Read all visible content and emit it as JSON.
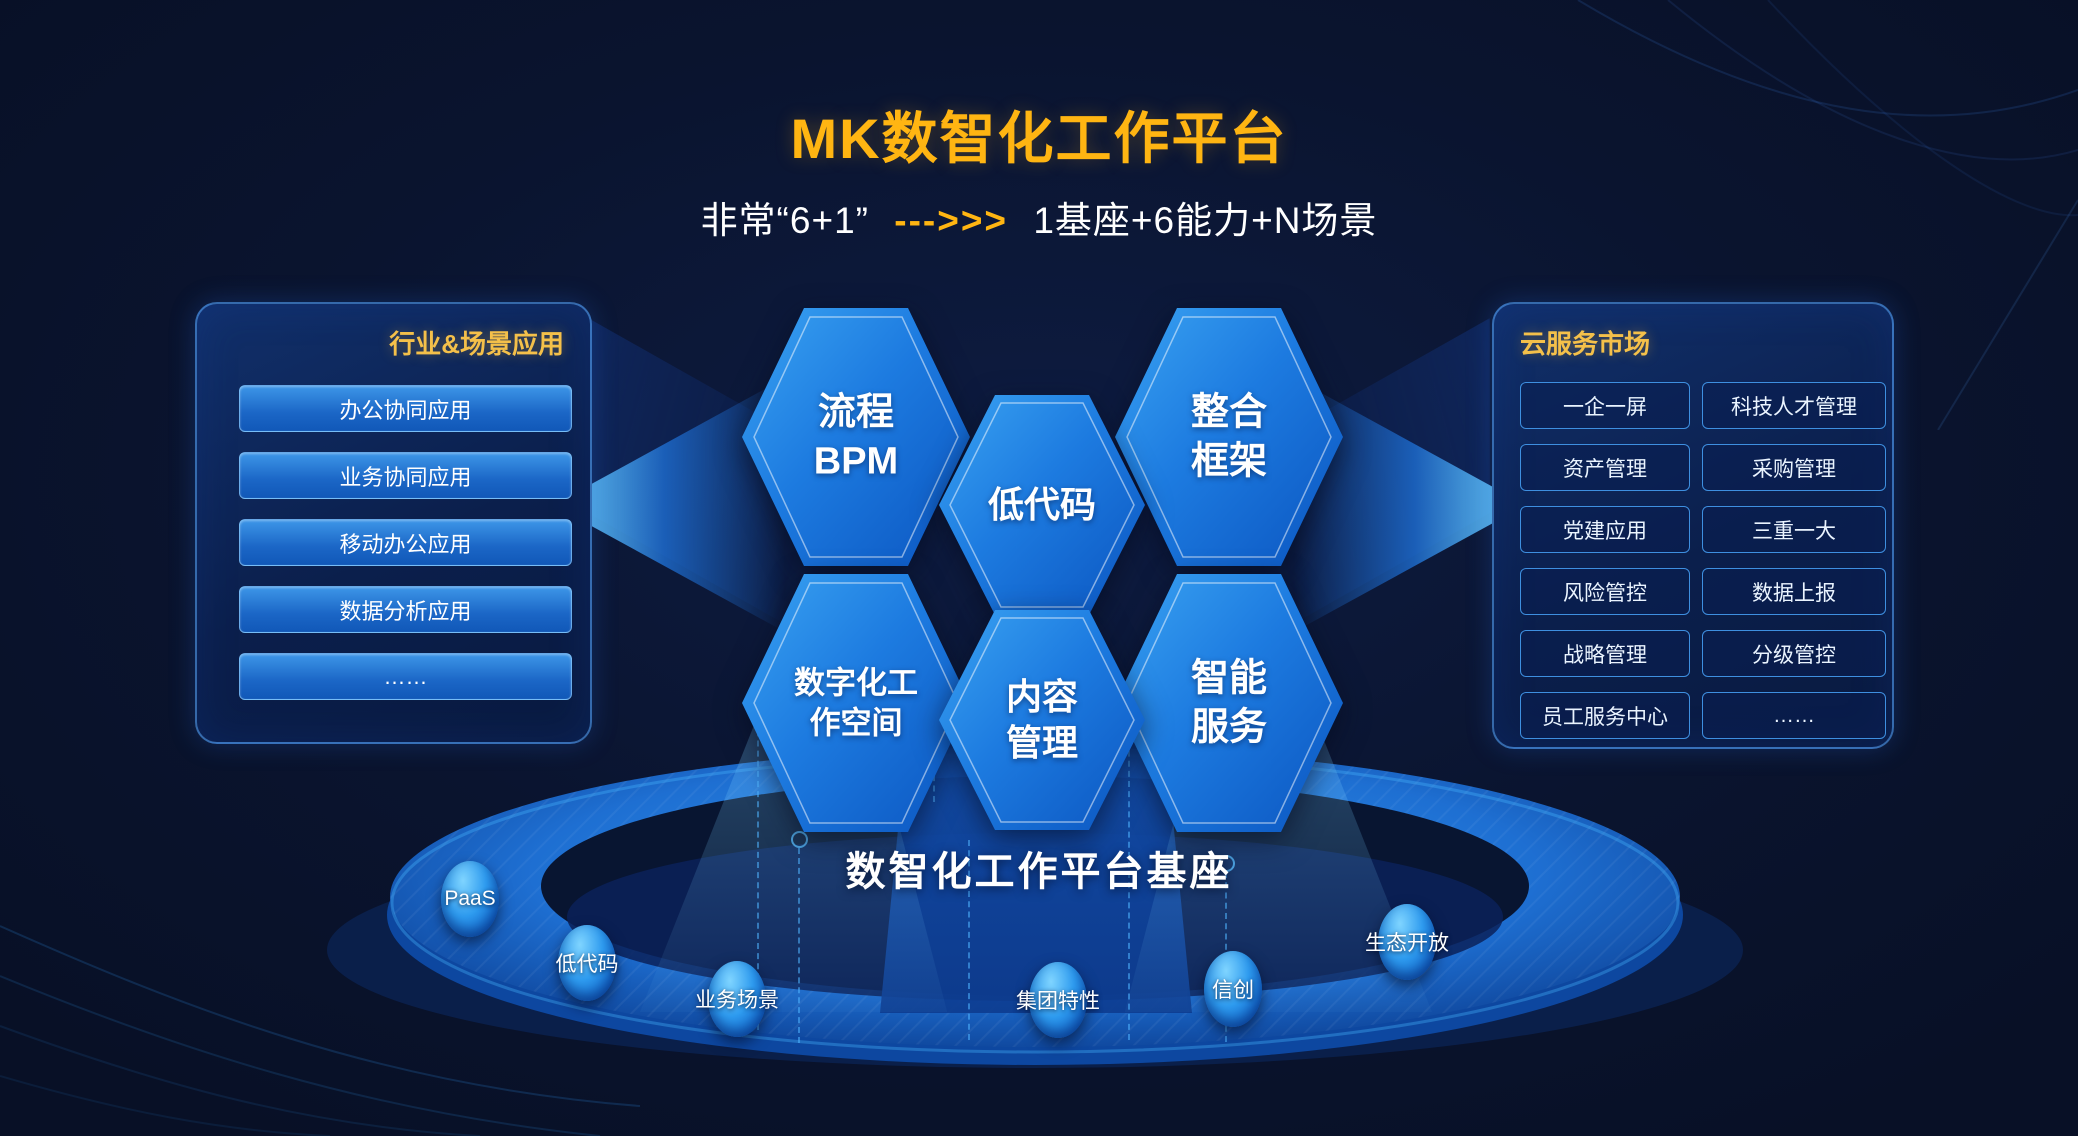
{
  "title": "MK数智化工作平台",
  "subtitle": {
    "prefix": "非常“6+1”",
    "arrow": "--->>>",
    "suffix": "1基座+6能力+N场景"
  },
  "left_panel": {
    "header": "行业&场景应用",
    "items": [
      "办公协同应用",
      "业务协同应用",
      "移动办公应用",
      "数据分析应用",
      "……"
    ]
  },
  "right_panel": {
    "header": "云服务市场",
    "items": [
      "一企一屏",
      "科技人才管理",
      "资产管理",
      "采购管理",
      "党建应用",
      "三重一大",
      "风险管控",
      "数据上报",
      "战略管理",
      "分级管控",
      "员工服务中心",
      "……"
    ]
  },
  "hexagons": [
    {
      "name": "process-bpm",
      "line1": "流程",
      "line2": "BPM"
    },
    {
      "name": "integration-framework",
      "line1": "整合",
      "line2": "框架"
    },
    {
      "name": "low-code",
      "line1": "低代码",
      "line2": ""
    },
    {
      "name": "digital-workspace",
      "line1": "数字化工",
      "line2": "作空间"
    },
    {
      "name": "intelligent-service",
      "line1": "智能",
      "line2": "服务"
    },
    {
      "name": "content-management",
      "line1": "内容",
      "line2": "管理"
    }
  ],
  "base": {
    "label": "数智化工作平台基座"
  },
  "spheres": [
    {
      "label": "PaaS"
    },
    {
      "label": "低代码"
    },
    {
      "label": "业务场景"
    },
    {
      "label": "集团特性"
    },
    {
      "label": "信创"
    },
    {
      "label": "生态开放"
    }
  ],
  "colors": {
    "accent_gold": "#FFB512",
    "bg": "#0A142F",
    "hex_blue_light": "#3AA3F2",
    "hex_blue_dark": "#0B55C0",
    "button_fill_top": "#3D96E8",
    "button_fill_bottom": "#1158B8",
    "outline_button_border": "#3E8FE0",
    "ring_blue": "#1E6FD2",
    "sphere_blue": "#2E9BEF",
    "text_white": "#FFFFFF"
  }
}
